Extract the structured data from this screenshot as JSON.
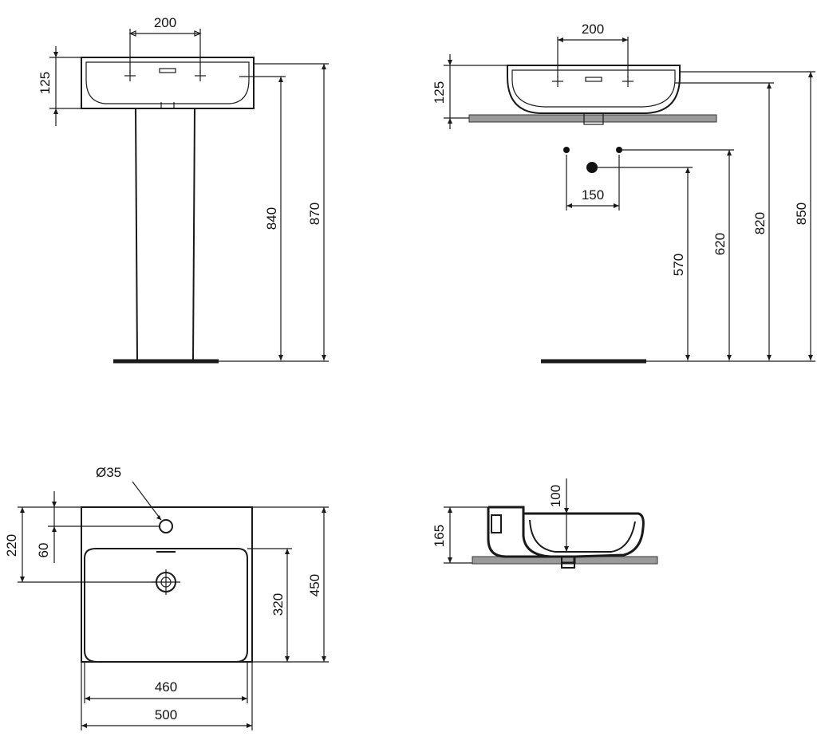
{
  "views": {
    "pedestal_front": {
      "tap_spacing": "200",
      "basin_depth": "125",
      "rim_height_inner": "840",
      "rim_height_total": "870"
    },
    "wall_hung_front": {
      "tap_spacing": "200",
      "basin_depth": "125",
      "supply_spacing": "150",
      "waste_height": "570",
      "supply_height": "620",
      "rim_height_inner": "820",
      "rim_height_total": "850"
    },
    "plan": {
      "tap_hole_diameter": "Ø35",
      "tap_hole_offset": "60",
      "waste_offset": "220",
      "bowl_depth": "320",
      "overall_depth": "450",
      "bowl_width": "460",
      "overall_width": "500"
    },
    "side_section": {
      "bowl_depth": "100",
      "overall_height": "165"
    }
  },
  "colors": {
    "line": "#1a1a1a",
    "slab": "#9a9a9a",
    "background": "#ffffff"
  }
}
